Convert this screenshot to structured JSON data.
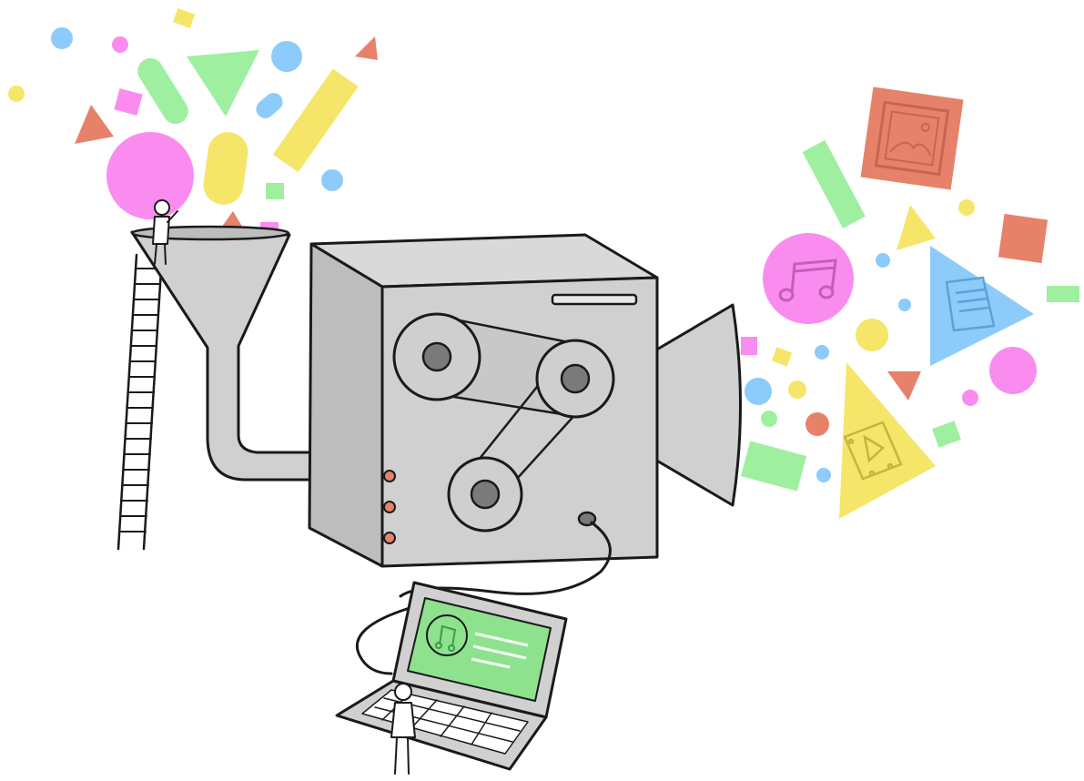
{
  "colors": {
    "pink": "#fa8cf0",
    "green": "#9ef0a0",
    "yellow": "#f5e66a",
    "blue": "#8ccbfa",
    "orange": "#e6826a",
    "machine_body": "#d0d0d0",
    "machine_side": "#bdbdbd",
    "machine_dark": "#7a7a7a",
    "screen": "#8ee28e"
  },
  "icons": {
    "input_confetti": [
      "circle",
      "triangle",
      "rectangle",
      "pill"
    ],
    "output_items": [
      "image-icon",
      "music-note-icon",
      "document-icon",
      "video-icon"
    ]
  },
  "illustration": {
    "subject": "content machine",
    "parts": [
      "funnel",
      "ladder",
      "machine-box",
      "reels",
      "speaker-horn",
      "laptop",
      "cable"
    ]
  }
}
